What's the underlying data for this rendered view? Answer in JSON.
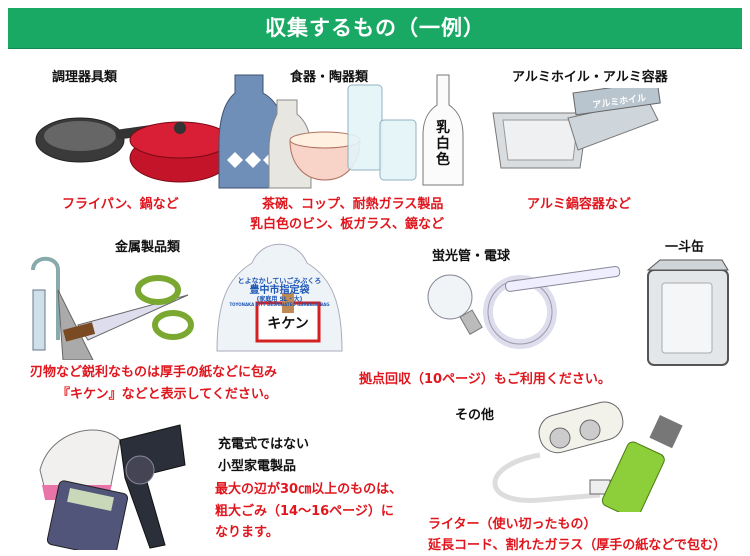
{
  "header": {
    "title": "収集するもの（一例）"
  },
  "sections": {
    "cookware": {
      "label": "調理器具類",
      "note": "フライパン、鍋など"
    },
    "tableware": {
      "label": "食器・陶器類",
      "note_lines": [
        "茶碗、コップ、耐熱ガラス製品",
        "乳白色のビン、板ガラス、鏡など"
      ],
      "bottle_label": "乳白色"
    },
    "aluminum": {
      "label": "アルミホイル・アルミ容器",
      "note": "アルミ鍋容器など",
      "foil_box_label": "アルミホイル"
    },
    "metal": {
      "label": "金属製品類",
      "note_lines": [
        "刃物など鋭利なものは厚手の紙などに包み",
        "『キケン』などと表示してください。"
      ]
    },
    "bag": {
      "line1": "とよなかしていごみぶくろ",
      "line2": "豊中市指定袋",
      "line3": "(家庭用 SL・大)",
      "line4": "TOYONAKA CITY DESIGNATED GARBAGE BAG",
      "tag": "キケン"
    },
    "lamps": {
      "label": "蛍光管・電球",
      "note": "拠点回収（10ページ）もご利用ください。"
    },
    "can": {
      "label": "一斗缶"
    },
    "appliances": {
      "label_lines": [
        "充電式ではない",
        "小型家電製品"
      ],
      "note_lines": [
        "最大の辺が30㎝以上のものは、",
        "粗大ごみ（14～16ページ）に",
        "なります。"
      ]
    },
    "other": {
      "label": "その他",
      "note_lines": [
        "ライター（使い切ったもの）",
        "延長コード、割れたガラス（厚手の紙などで包む）"
      ]
    }
  },
  "colors": {
    "header": "#1aa865",
    "note": "#e0161e"
  }
}
